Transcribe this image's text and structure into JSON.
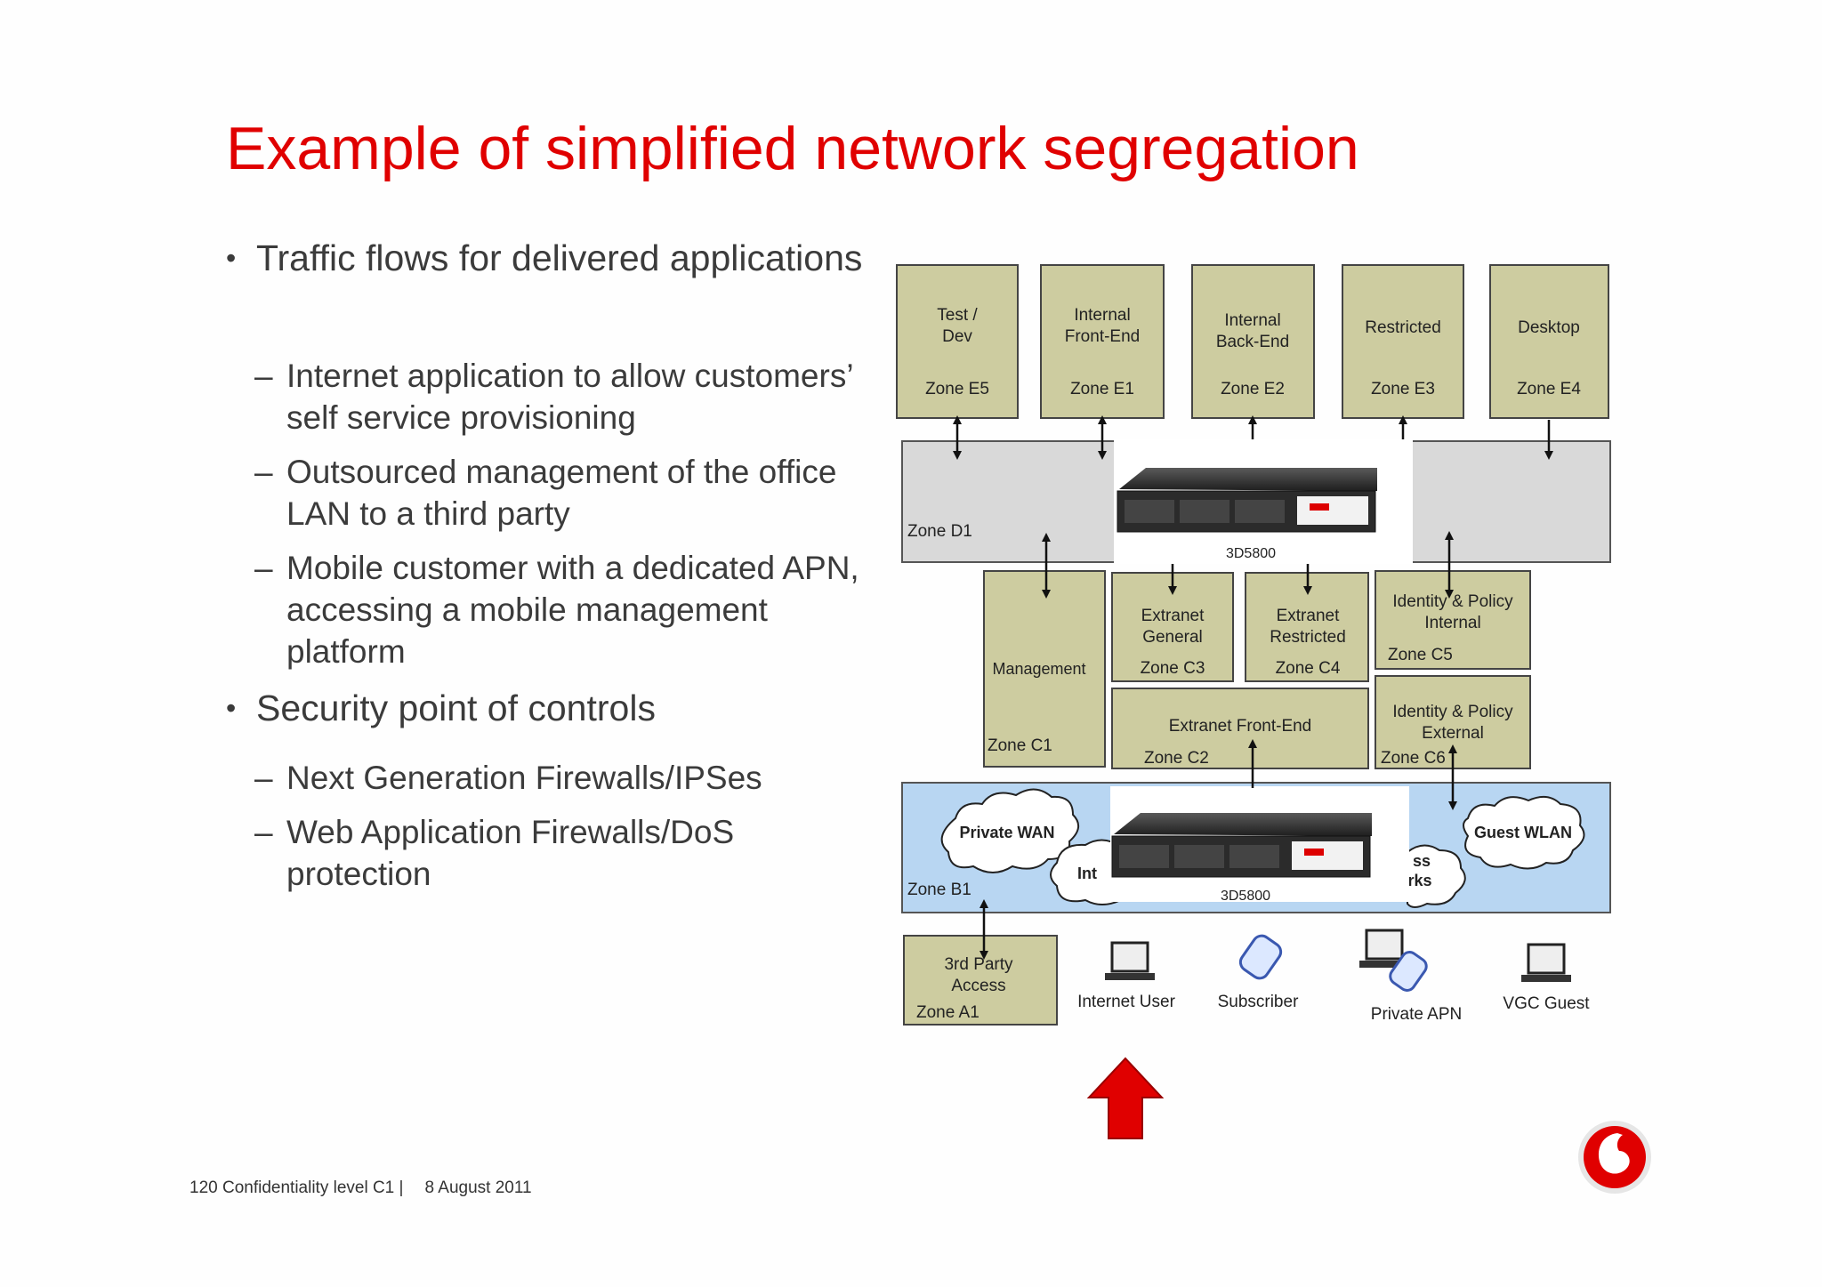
{
  "title": "Example of simplified network segregation",
  "bullets": [
    {
      "text": "Traffic flows for delivered applications",
      "subs": [
        "Internet application to allow customers’ self service provisioning",
        "Outsourced management of the office LAN to a third party",
        "Mobile customer with a dedicated APN, accessing a mobile management platform"
      ]
    },
    {
      "text": "Security point of controls",
      "subs": [
        "Next Generation Firewalls/IPSes",
        "Web Application Firewalls/DoS protection"
      ]
    }
  ],
  "footer": {
    "page": "120 Confidentiality level  C1 |",
    "date": "8 August 2011"
  },
  "diagram": {
    "zones_e": [
      {
        "name": "Test /",
        "name2": "Dev",
        "zone": "Zone E5"
      },
      {
        "name": "Internal",
        "name2": "Front-End",
        "zone": "Zone E1"
      },
      {
        "name": "Internal",
        "name2": "Back-End",
        "zone": "Zone E2"
      },
      {
        "name": "Restricted",
        "name2": "",
        "zone": "Zone E3"
      },
      {
        "name": "Desktop",
        "name2": "",
        "zone": "Zone E4"
      }
    ],
    "zone_d1": "Zone D1",
    "device_label": "3D5800",
    "management": {
      "name": "Management",
      "zone": "Zone C1"
    },
    "extranet_general": {
      "name": "Extranet",
      "name2": "General",
      "zone": "Zone C3"
    },
    "extranet_restricted": {
      "name": "Extranet",
      "name2": "Restricted",
      "zone": "Zone C4"
    },
    "identity_internal": {
      "name": "Identity & Policy",
      "name2": "Internal",
      "zone": "Zone C5"
    },
    "extranet_frontend": {
      "name": "Extranet Front-End",
      "zone": "Zone C2"
    },
    "identity_external": {
      "name": "Identity & Policy",
      "name2": "External",
      "zone": "Zone C6"
    },
    "zone_b1": "Zone B1",
    "private_wan": "Private WAN",
    "guest_wlan": "Guest WLAN",
    "internet_partial": "Int",
    "wireless_partial_1": "ss",
    "wireless_partial_2": "rks",
    "third_party": {
      "line1": "3rd Party",
      "line2": "Access",
      "zone": "Zone A1"
    },
    "endpoints": {
      "internet_user": "Internet User",
      "subscriber": "Subscriber",
      "private_apn": "Private APN",
      "vgc_guest": "VGC Guest"
    }
  },
  "colors": {
    "title": "#e00000",
    "zone_green": "#cdcca0",
    "zone_grey": "#d9d9d9",
    "zone_blue": "#b8d6f2",
    "arrow_red": "#e00000"
  }
}
